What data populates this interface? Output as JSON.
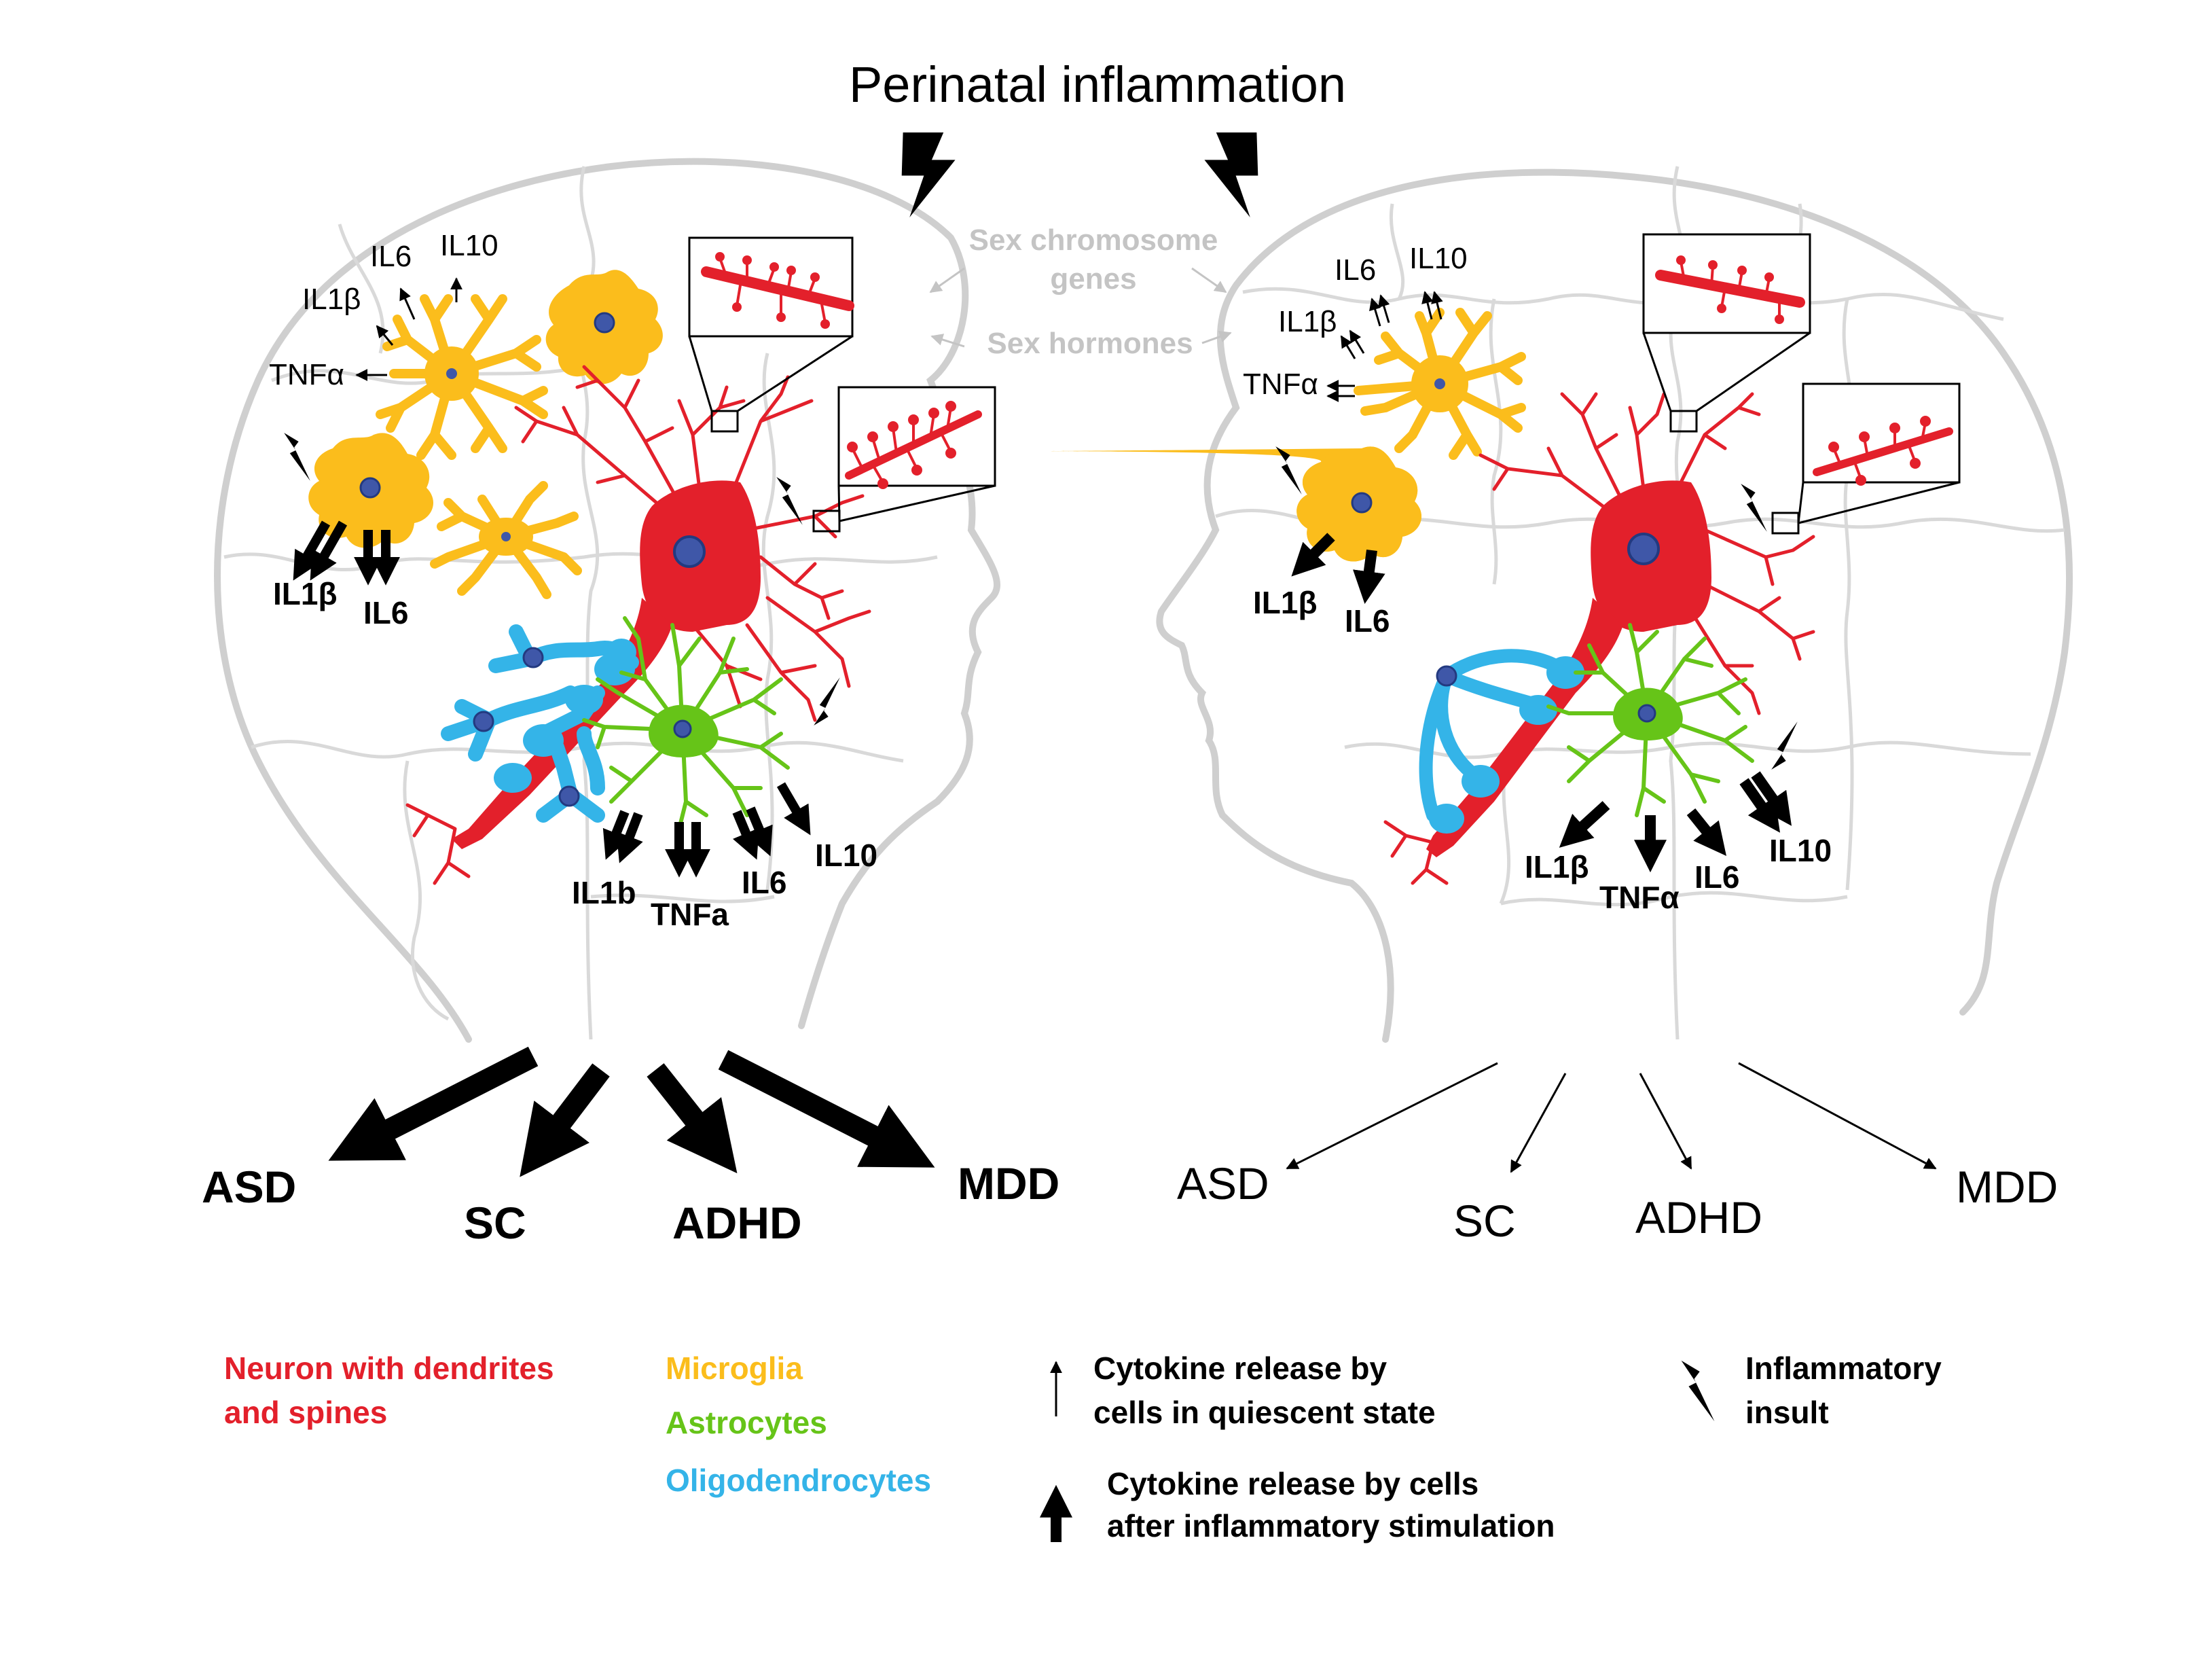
{
  "title": "Perinatal inflammation",
  "center_labels": {
    "sex_genes_line1": "Sex chromosome",
    "sex_genes_line2": "genes",
    "sex_hormones": "Sex hormones"
  },
  "left_brain": {
    "quiescent_cytokines": [
      "IL6",
      "IL10",
      "IL1β",
      "TNFα"
    ],
    "microglia_stimulated": [
      "IL1β",
      "IL6"
    ],
    "astrocyte_stimulated": [
      "IL1b",
      "TNFa",
      "IL6",
      "IL10"
    ],
    "outcomes": [
      "ASD",
      "SC",
      "ADHD",
      "MDD"
    ]
  },
  "right_brain": {
    "quiescent_cytokines": [
      "IL6",
      "IL10",
      "IL1β",
      "TNFα"
    ],
    "microglia_stimulated": [
      "IL1β",
      "IL6"
    ],
    "astrocyte_stimulated": [
      "IL1β",
      "TNFα",
      "IL6",
      "IL10"
    ],
    "outcomes": [
      "ASD",
      "SC",
      "ADHD",
      "MDD"
    ]
  },
  "legend": {
    "neuron_line1": "Neuron with dendrites",
    "neuron_line2": "and spines",
    "microglia": "Microglia",
    "astrocytes": "Astrocytes",
    "oligodendrocytes": "Oligodendrocytes",
    "quiescent_line1": "Cytokine release by",
    "quiescent_line2": "cells in quiescent state",
    "stimulated_line1": "Cytokine release by cells",
    "stimulated_line2": "after inflammatory stimulation",
    "insult_line1": "Inflammatory",
    "insult_line2": "insult"
  },
  "colors": {
    "neuron": "#e3202b",
    "microglia": "#fbbd1c",
    "astrocytes": "#66c418",
    "oligodendrocytes": "#34b4e8",
    "outline": "#cfcfcf",
    "label_grey": "#c4c4c4"
  }
}
